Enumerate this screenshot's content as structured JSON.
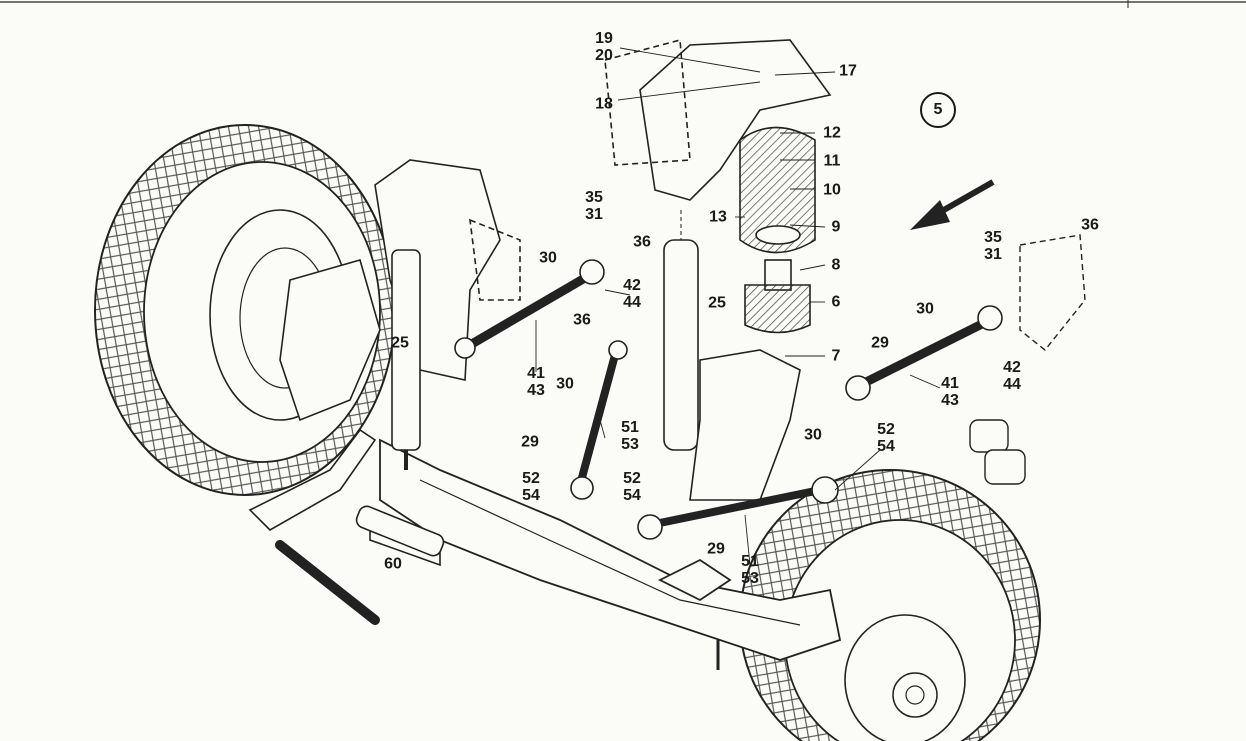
{
  "view_number": "5",
  "callouts": [
    {
      "id": "c19-20",
      "lines": [
        "19",
        "20"
      ]
    },
    {
      "id": "c17",
      "lines": [
        "17"
      ]
    },
    {
      "id": "c18",
      "lines": [
        "18"
      ]
    },
    {
      "id": "c12",
      "lines": [
        "12"
      ]
    },
    {
      "id": "c11",
      "lines": [
        "11"
      ]
    },
    {
      "id": "c10",
      "lines": [
        "10"
      ]
    },
    {
      "id": "c13",
      "lines": [
        "13"
      ]
    },
    {
      "id": "c9",
      "lines": [
        "9"
      ]
    },
    {
      "id": "c8",
      "lines": [
        "8"
      ]
    },
    {
      "id": "c6",
      "lines": [
        "6"
      ]
    },
    {
      "id": "c7",
      "lines": [
        "7"
      ]
    },
    {
      "id": "c25-mid",
      "lines": [
        "25"
      ]
    },
    {
      "id": "c25-left",
      "lines": [
        "25"
      ]
    },
    {
      "id": "c35-31-left",
      "lines": [
        "35",
        "31"
      ]
    },
    {
      "id": "c36-left",
      "lines": [
        "36"
      ]
    },
    {
      "id": "c30-left-top",
      "lines": [
        "30"
      ]
    },
    {
      "id": "c42-44-left",
      "lines": [
        "42",
        "44"
      ]
    },
    {
      "id": "c36-mid",
      "lines": [
        "36"
      ]
    },
    {
      "id": "c41-43-left",
      "lines": [
        "41",
        "43"
      ]
    },
    {
      "id": "c30-left-mid",
      "lines": [
        "30"
      ]
    },
    {
      "id": "c51-53-upper",
      "lines": [
        "51",
        "53"
      ]
    },
    {
      "id": "c29-left",
      "lines": [
        "29"
      ]
    },
    {
      "id": "c52-54-a",
      "lines": [
        "52",
        "54"
      ]
    },
    {
      "id": "c52-54-b",
      "lines": [
        "52",
        "54"
      ]
    },
    {
      "id": "c60",
      "lines": [
        "60"
      ]
    },
    {
      "id": "c29-bottom",
      "lines": [
        "29"
      ]
    },
    {
      "id": "c51-53-lower",
      "lines": [
        "51",
        "53"
      ]
    },
    {
      "id": "c30-center",
      "lines": [
        "30"
      ]
    },
    {
      "id": "c52-54-right",
      "lines": [
        "52",
        "54"
      ]
    },
    {
      "id": "c36-right",
      "lines": [
        "36"
      ]
    },
    {
      "id": "c35-31-right",
      "lines": [
        "35",
        "31"
      ]
    },
    {
      "id": "c30-right",
      "lines": [
        "30"
      ]
    },
    {
      "id": "c29-right",
      "lines": [
        "29"
      ]
    },
    {
      "id": "c41-43-right",
      "lines": [
        "41",
        "43"
      ]
    },
    {
      "id": "c42-44-right",
      "lines": [
        "42",
        "44"
      ]
    }
  ]
}
